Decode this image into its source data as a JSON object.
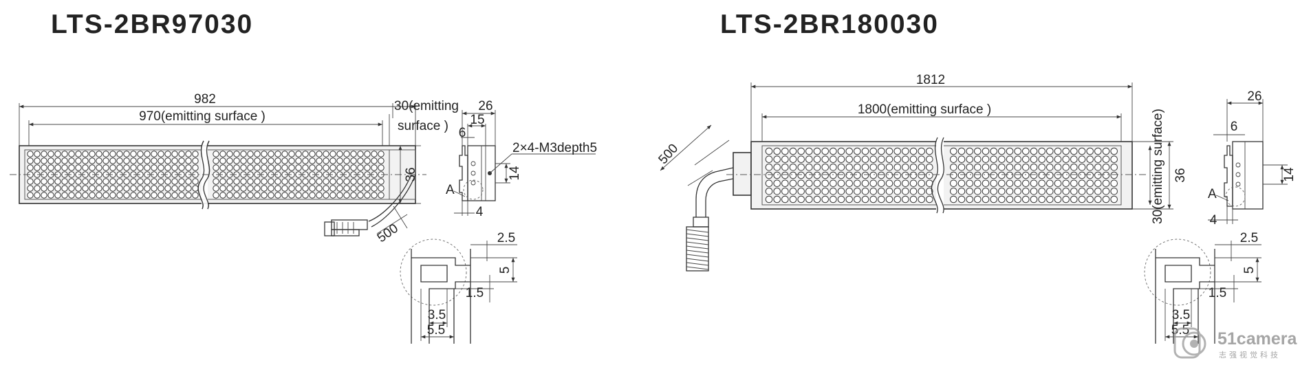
{
  "left_drawing": {
    "title": "LTS-2BR97030",
    "dim_total_length": "982",
    "dim_emitting_length": "970(emitting surface )",
    "dim_width_line1": "30(emitting",
    "dim_width_line2": "surface )",
    "dim_height": "36",
    "dim_cable": "500",
    "side_width": "26",
    "side_15": "15",
    "side_6": "6",
    "side_14": "14",
    "side_4": "4",
    "side_label_a": "A",
    "hole_note": "2×4-M3depth5",
    "detail_2_5": "2.5",
    "detail_5": "5",
    "detail_1_5": "1.5",
    "detail_3_5": "3.5",
    "detail_5_5": "5.5"
  },
  "right_drawing": {
    "title": "LTS-2BR180030",
    "dim_total_length": "1812",
    "dim_emitting_length": "1800(emitting surface )",
    "dim_width": "30(emitting surface)",
    "dim_height": "36",
    "dim_cable": "500",
    "side_width": "26",
    "side_6": "6",
    "side_14": "14",
    "side_4": "4",
    "side_label_a": "A",
    "detail_2_5": "2.5",
    "detail_5": "5",
    "detail_1_5": "1.5",
    "detail_3_5": "3.5",
    "detail_5_5": "5.5"
  },
  "watermark": {
    "brand": "51camera",
    "tagline": "志强视觉科技"
  }
}
